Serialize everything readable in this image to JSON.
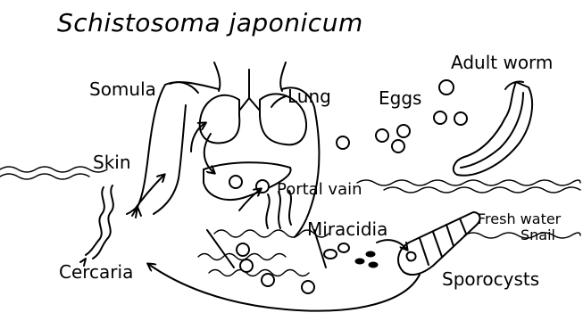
{
  "title": "Schistosoma japonicum",
  "labels": {
    "adult_worm": "Adult worm",
    "somula": "Somula",
    "lung": "Lung",
    "eggs": "Eggs",
    "skin": "Skin",
    "portal_vein": "Portal vain",
    "miracidia": "Miracidia",
    "fresh_water": "Fresh water",
    "snail": "Snail",
    "cercaria": "Cercaria",
    "sporocysts": "Sporocysts"
  },
  "colors": {
    "ink": "#000000",
    "background": "#ffffff"
  }
}
